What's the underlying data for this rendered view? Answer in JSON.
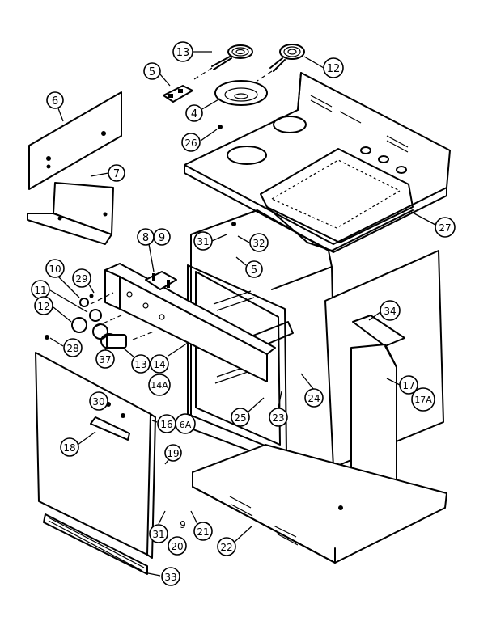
{
  "parts": [
    {
      "id": "p13",
      "label": "13"
    },
    {
      "id": "p12",
      "label": "12"
    },
    {
      "id": "p5a",
      "label": "5"
    },
    {
      "id": "p4",
      "label": "4"
    },
    {
      "id": "p6",
      "label": "6"
    },
    {
      "id": "p26",
      "label": "26"
    },
    {
      "id": "p7",
      "label": "7"
    },
    {
      "id": "p27",
      "label": "27"
    },
    {
      "id": "p8",
      "label": "8"
    },
    {
      "id": "p9a",
      "label": "9"
    },
    {
      "id": "p31a",
      "label": "31"
    },
    {
      "id": "p32",
      "label": "32"
    },
    {
      "id": "p5b",
      "label": "5"
    },
    {
      "id": "p10",
      "label": "10"
    },
    {
      "id": "p29",
      "label": "29"
    },
    {
      "id": "p11",
      "label": "11"
    },
    {
      "id": "p12b",
      "label": "12"
    },
    {
      "id": "p34",
      "label": "34"
    },
    {
      "id": "p28",
      "label": "28"
    },
    {
      "id": "p37",
      "label": "37"
    },
    {
      "id": "p13b",
      "label": "13"
    },
    {
      "id": "p14",
      "label": "14"
    },
    {
      "id": "p14a",
      "label": "14A"
    },
    {
      "id": "p17",
      "label": "17"
    },
    {
      "id": "p17a",
      "label": "17A"
    },
    {
      "id": "p24",
      "label": "24"
    },
    {
      "id": "p30",
      "label": "30"
    },
    {
      "id": "p16",
      "label": "16"
    },
    {
      "id": "p6a",
      "label": "6A"
    },
    {
      "id": "p25",
      "label": "25"
    },
    {
      "id": "p23",
      "label": "23"
    },
    {
      "id": "p18",
      "label": "18"
    },
    {
      "id": "p19",
      "label": "19"
    },
    {
      "id": "p31b",
      "label": "31"
    },
    {
      "id": "p9b",
      "label": "9"
    },
    {
      "id": "p20",
      "label": "20"
    },
    {
      "id": "p21",
      "label": "21"
    },
    {
      "id": "p22",
      "label": "22"
    },
    {
      "id": "p33",
      "label": "33"
    }
  ]
}
